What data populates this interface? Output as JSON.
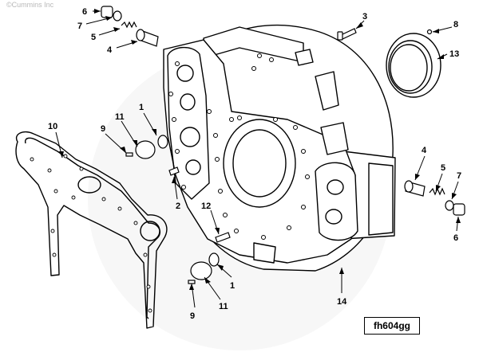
{
  "copyright": "©Cummins Inc",
  "figure_id": "fh604gg",
  "callouts": {
    "c1a": "1",
    "c1b": "1",
    "c2": "2",
    "c3": "3",
    "c4a": "4",
    "c4b": "4",
    "c5a": "5",
    "c5b": "5",
    "c6a": "6",
    "c6b": "6",
    "c7a": "7",
    "c7b": "7",
    "c8": "8",
    "c9a": "9",
    "c9b": "9",
    "c10": "10",
    "c11a": "11",
    "c11b": "11",
    "c12": "12",
    "c13": "13",
    "c14": "14"
  }
}
